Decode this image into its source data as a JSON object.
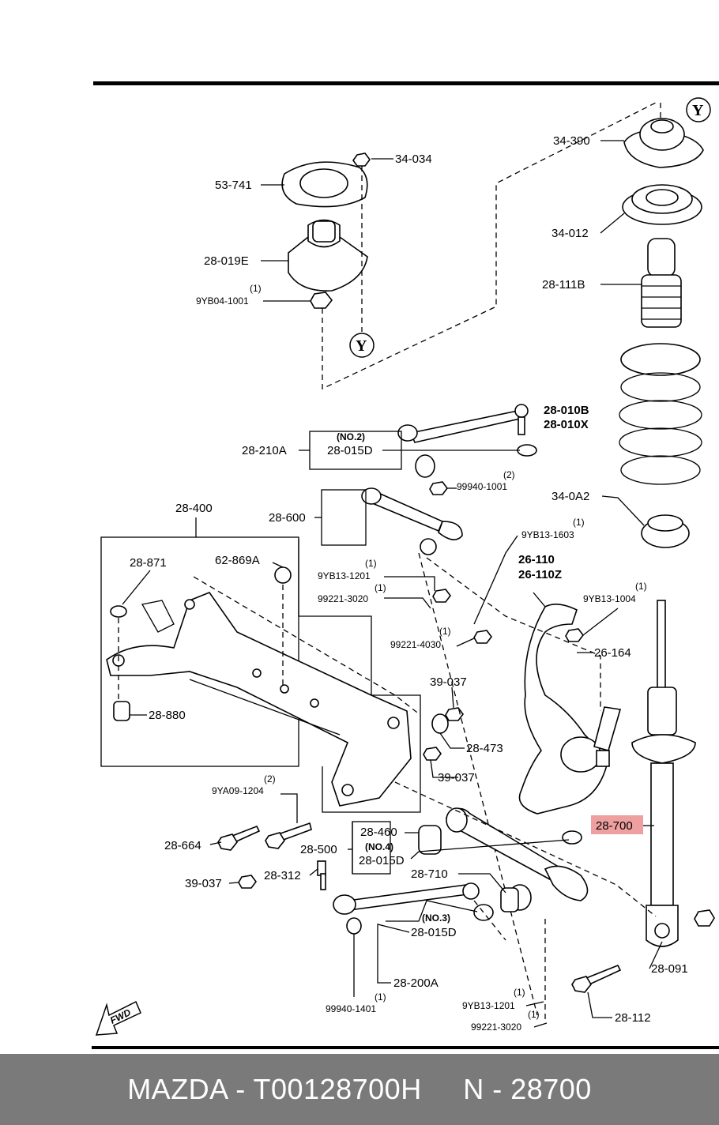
{
  "labels": {
    "l34034": "34-034",
    "l53741": "53-741",
    "l28019E": "28-019E",
    "l9YB041001_qty": "(1)",
    "l9YB041001": "9YB04-1001",
    "l34390": "34-390",
    "l34012": "34-012",
    "l28111B": "28-111B",
    "l28010B": "28-010B",
    "l28010X": "28-010X",
    "l34_0A2": "34-0A2",
    "lNO2": "(NO.2)",
    "l28210A": "28-210A",
    "l28015D_a": "28-015D",
    "l99940_1001_qty": "(2)",
    "l99940_1001": "99940-1001",
    "l28600": "28-600",
    "l28400": "28-400",
    "l28871": "28-871",
    "l62869A": "62-869A",
    "l9YB131201_qty": "(1)",
    "l9YB131201": "9YB13-1201",
    "l99221_3020_qty": "(1)",
    "l99221_3020": "99221-3020",
    "l9YB131603_qty": "(1)",
    "l9YB131603": "9YB13-1603",
    "l26110": "26-110",
    "l26110Z": "26-110Z",
    "l9YB131004_qty": "(1)",
    "l9YB131004": "9YB13-1004",
    "l99221_4030_qty": "(1)",
    "l99221_4030": "99221-4030",
    "l26164": "26-164",
    "l39037_a": "39-037",
    "l28880": "28-880",
    "l28473": "28-473",
    "l39037_b": "39-037",
    "l9YA091204_qty": "(2)",
    "l9YA091204": "9YA09-1204",
    "l28664": "28-664",
    "l28460": "28-460",
    "lNO4": "(NO.4)",
    "l28015D_b": "28-015D",
    "l28500": "28-500",
    "l28700": "28-700",
    "l39037_c": "39-037",
    "l28312": "28-312",
    "l28710": "28-710",
    "lNO3": "(NO.3)",
    "l28015D_c": "28-015D",
    "l28200A": "28-200A",
    "l28091": "28-091",
    "l99940_1401_qty": "(1)",
    "l99940_1401": "99940-1401",
    "l9YB131201b_qty": "(1)",
    "l9YB131201b": "9YB13-1201",
    "l99221_3020b_qty": "(1)",
    "l99221_3020b": "99221-3020",
    "l28112": "28-112",
    "markY1": "Y",
    "markY2": "Y",
    "fwd": "FWD"
  },
  "highlight_color": "#e05050",
  "footer": {
    "text": "MAZDA - T00128700H     N - 28700"
  }
}
